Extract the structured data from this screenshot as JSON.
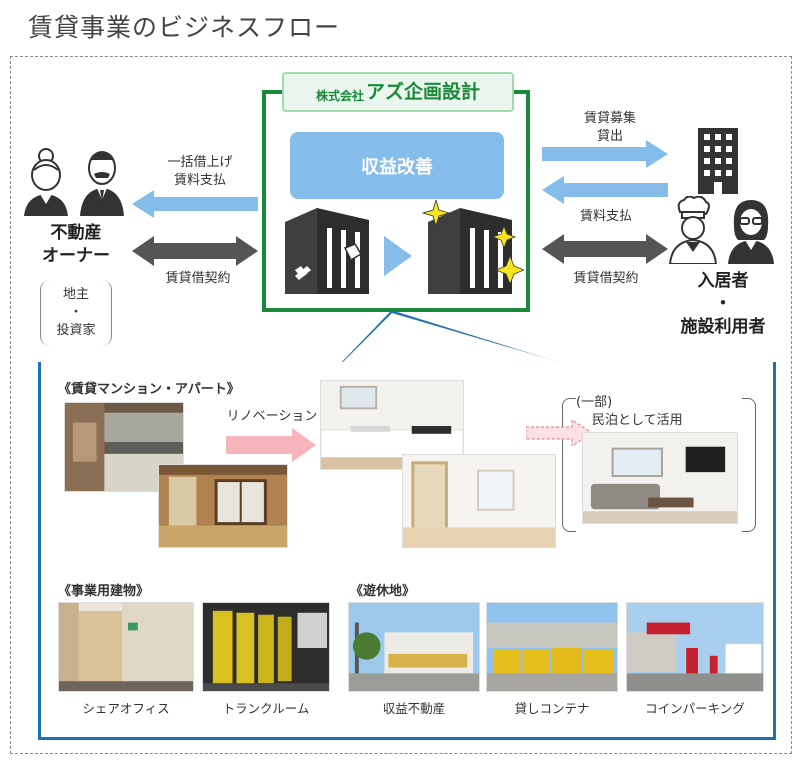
{
  "title": "賃貸事業のビジネスフロー",
  "company": {
    "prefix": "株式会社",
    "name": "アズ企画設計"
  },
  "center": {
    "label": "収益改善"
  },
  "owner": {
    "label_line1": "不動産",
    "label_line2": "オーナー",
    "sub_line1": "地主",
    "sub_line2": "・",
    "sub_line3": "投資家"
  },
  "tenant": {
    "label_line1": "入居者",
    "label_line2": "・",
    "label_line3": "施設利用者"
  },
  "arrows": {
    "left_top_line1": "一括借上げ",
    "left_top_line2": "賃料支払",
    "left_bottom": "賃貸借契約",
    "right_top_line1": "賃貸募集",
    "right_top_line2": "貸出",
    "right_middle": "賃料支払",
    "right_bottom": "賃貸借契約"
  },
  "sections": {
    "rental": {
      "title": "《賃貸マンション・アパート》",
      "renovation_label": "リノベーション",
      "minpaku_line1": "(一部)",
      "minpaku_line2": "民泊として活用"
    },
    "business": {
      "title": "《事業用建物》",
      "items": [
        "シェアオフィス",
        "トランクルーム"
      ]
    },
    "idle": {
      "title": "《遊休地》",
      "items": [
        "収益不動産",
        "貸しコンテナ",
        "コインパーキング"
      ]
    }
  },
  "colors": {
    "company_green": "#1a8a3a",
    "flow_blue": "#85bdea",
    "section_blue": "#1f6fb5",
    "contract_gray": "#555555",
    "renovation_pink": "#f5b5bb",
    "sparkle_yellow": "#f7e41b"
  }
}
